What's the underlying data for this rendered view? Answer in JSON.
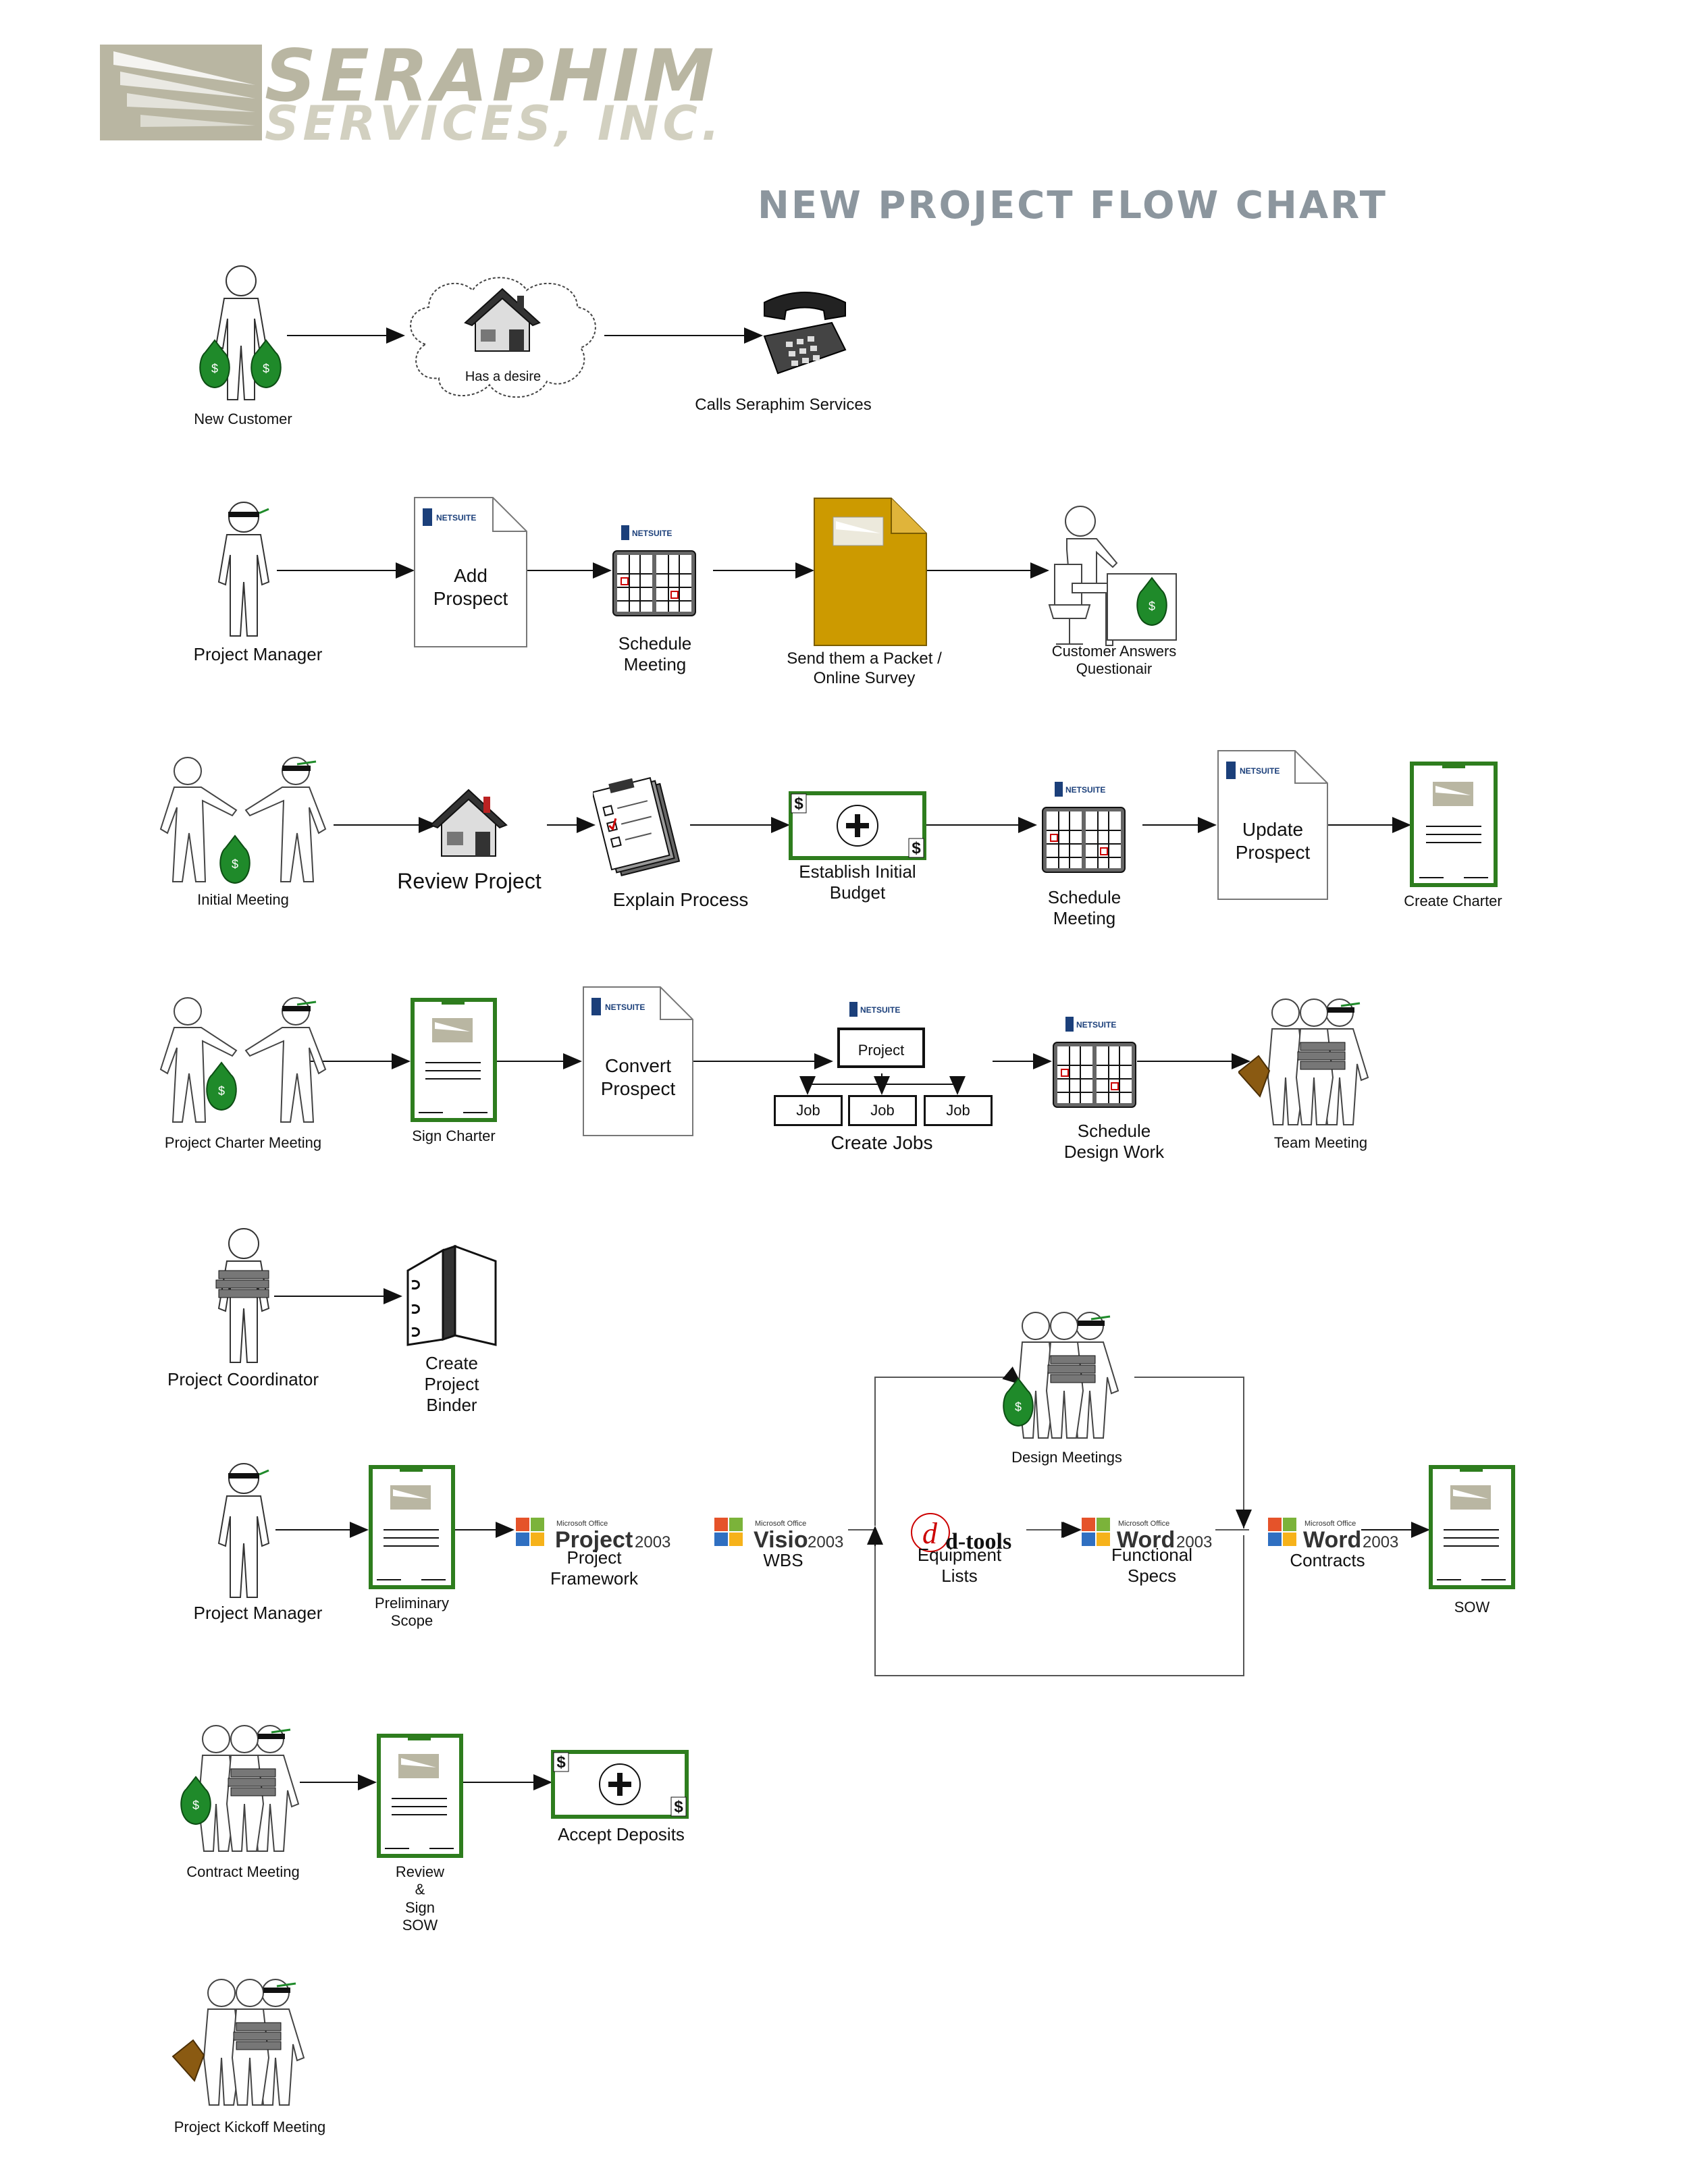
{
  "header": {
    "company_line1": "SERAPHIM",
    "company_line2": "SERVICES, INC.",
    "title": "NEW PROJECT FLOW CHART"
  },
  "colors": {
    "logo": "#b9b6a2",
    "title": "#8c969e",
    "green": "#2e7d1e",
    "bag": "#1f8a2a",
    "folder": "#cc9a00",
    "envelope": "#8a5a12"
  },
  "brand_marks": {
    "netsuite": "NETSUITE",
    "ms_office": "Microsoft Office",
    "project": "Project",
    "visio": "Visio",
    "word": "Word",
    "version": "2003",
    "dtools": "d-tools",
    "currency": "$"
  },
  "row1": {
    "new_customer": "New Customer",
    "has_desire": "Has a desire",
    "calls": "Calls Seraphim Services"
  },
  "row2": {
    "project_manager": "Project Manager",
    "add_prospect": "Add\nProspect",
    "schedule_meeting": "Schedule\nMeeting",
    "send_packet": "Send them a Packet /\nOnline Survey",
    "customer_answers": "Customer Answers\nQuestionair"
  },
  "row3": {
    "initial_meeting": "Initial Meeting",
    "review_project": "Review Project",
    "explain_process": "Explain Process",
    "establish_budget": "Establish Initial\nBudget",
    "schedule_meeting": "Schedule\nMeeting",
    "update_prospect": "Update\nProspect",
    "create_charter": "Create Charter"
  },
  "row4": {
    "charter_meeting": "Project Charter Meeting",
    "sign_charter": "Sign Charter",
    "convert_prospect": "Convert\nProspect",
    "project_box": "Project",
    "jobs": [
      "Job",
      "Job",
      "Job"
    ],
    "create_jobs": "Create Jobs",
    "schedule_design": "Schedule\nDesign Work",
    "team_meeting": "Team Meeting"
  },
  "row5": {
    "coordinator": "Project Coordinator",
    "create_binder": "Create\nProject\nBinder"
  },
  "row6": {
    "design_meetings": "Design Meetings",
    "project_manager": "Project Manager",
    "preliminary_scope": "Preliminary\nScope",
    "project_framework": "Project\nFramework",
    "wbs": "WBS",
    "equipment_lists": "Equipment\nLists",
    "functional_specs": "Functional\nSpecs",
    "contracts": "Contracts",
    "sow": "SOW"
  },
  "row7": {
    "contract_meeting": "Contract Meeting",
    "review_sign_sow": "Review\n&\nSign\nSOW",
    "accept_deposits": "Accept Deposits"
  },
  "row8": {
    "kickoff": "Project Kickoff Meeting"
  }
}
